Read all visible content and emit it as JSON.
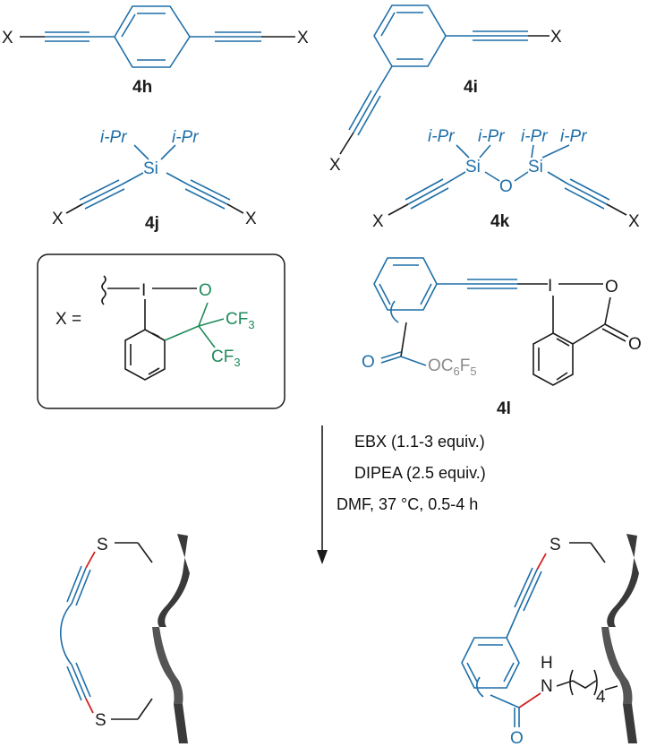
{
  "compounds": {
    "c4h": "4h",
    "c4i": "4i",
    "c4j": "4j",
    "c4k": "4k",
    "c4l": "4l"
  },
  "atoms": {
    "X": "X",
    "Si": "Si",
    "O": "O",
    "I": "I",
    "S": "S",
    "H": "H",
    "N": "N",
    "iPr": "i-Pr",
    "CF3": "CF",
    "three": "3",
    "OC": "OC",
    "six": "6",
    "F": "F",
    "five": "5",
    "sub4": "4"
  },
  "legend": {
    "x_equals": "X ="
  },
  "conditions": {
    "line1": "EBX (1.1-3 equiv.)",
    "line2": "DIPEA (2.5 equiv.)",
    "line3": "DMF, 37 °C, 0.5-4 h"
  },
  "colors": {
    "blue": "#1f6fa8",
    "green": "#1e8a5a",
    "red": "#d22020",
    "black": "#1a1a1a",
    "gray": "#8a8a8a"
  }
}
